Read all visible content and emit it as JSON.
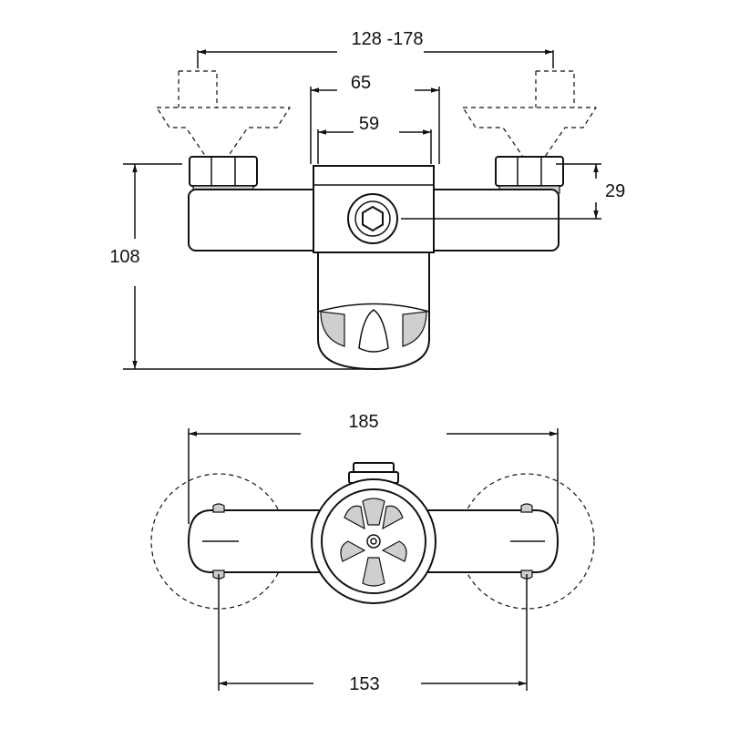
{
  "dimensions": {
    "top_span": "128 -178",
    "outer_width": "65",
    "inner_width": "59",
    "nut_height": "29",
    "total_height": "108",
    "plan_width": "185",
    "center_distance": "153"
  },
  "colors": {
    "line": "#111111",
    "background": "#ffffff",
    "shade": "#cfcfcf"
  }
}
